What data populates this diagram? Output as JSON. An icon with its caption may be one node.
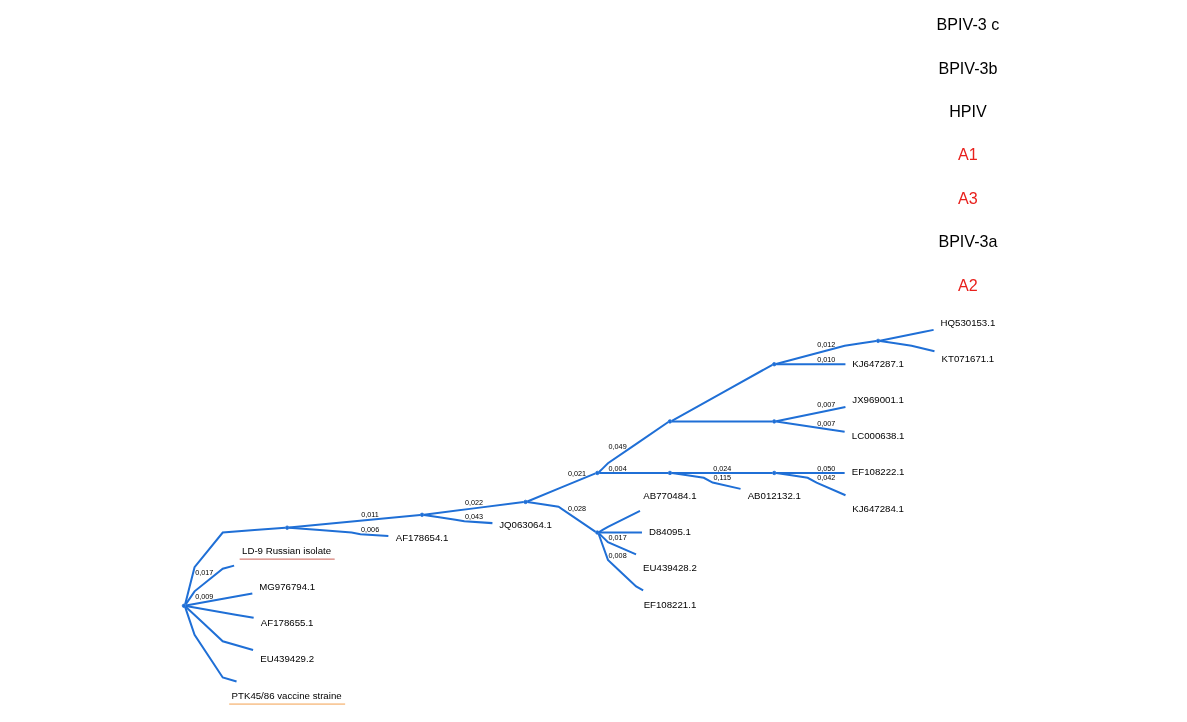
{
  "diagram": {
    "nodes": [
      {
        "text": [],
        "shape": "point"
      },
      {
        "text": [],
        "shape": "point"
      },
      {
        "text": [],
        "shape": "point"
      },
      {
        "text": [],
        "shape": "point"
      },
      {
        "text": [],
        "shape": "point"
      },
      {
        "text": [],
        "shape": "point"
      },
      {
        "text": [],
        "shape": "point"
      },
      {
        "text": [],
        "shape": "point"
      },
      {
        "text": [
          "HQ530153.1"
        ]
      },
      {
        "text": [
          "KT071671.1"
        ]
      },
      {
        "text": [
          "KJ647287.1"
        ]
      },
      {
        "text": [],
        "shape": "point"
      },
      {
        "text": [
          "JX969001.1"
        ]
      },
      {
        "text": [
          "LC000638.1"
        ]
      },
      {
        "text": [],
        "shape": "point"
      },
      {
        "text": [],
        "shape": "point"
      },
      {
        "text": [
          "EF108222.1"
        ]
      },
      {
        "text": [
          "KJ647284.1"
        ]
      },
      {
        "text": [
          "AB012132.1"
        ]
      },
      {
        "text": [],
        "shape": "point"
      },
      {
        "text": [
          "AB770484.1"
        ]
      },
      {
        "text": [
          "D84095.1"
        ]
      },
      {
        "text": [
          "EU439428.2"
        ]
      },
      {
        "text": [
          "EF108221.1"
        ]
      },
      {
        "text": [
          "JQ063064.1"
        ]
      },
      {
        "text": [
          "AF178654.1"
        ]
      },
      {
        "text": [
          "LD-9 Russian isolate"
        ]
      },
      {
        "text": [
          "MG976794.1"
        ]
      },
      {
        "text": [
          "AF178655.1"
        ]
      },
      {
        "text": [
          "EU439429.2"
        ]
      },
      {
        "text": [
          "PTK45/86 vaccine straine"
        ]
      }
    ],
    "edges": [
      {
        "from": 0,
        "to": 1,
        "arrow": "none"
      },
      {
        "from": 1,
        "to": 2,
        "arrow": "none",
        "label": "0,011"
      },
      {
        "from": 2,
        "to": 3,
        "arrow": "none",
        "label": "0,022"
      },
      {
        "from": 3,
        "to": 4,
        "arrow": "none",
        "label": "0,021"
      },
      {
        "from": 4,
        "to": 5,
        "arrow": "none",
        "label": "0,049"
      },
      {
        "from": 5,
        "to": 6,
        "arrow": "none"
      },
      {
        "from": 6,
        "to": 7,
        "arrow": "none",
        "label": "0,012"
      },
      {
        "from": 7,
        "to": 8,
        "arrow": "none"
      },
      {
        "from": 7,
        "to": 9,
        "arrow": "none"
      },
      {
        "from": 6,
        "to": 10,
        "arrow": "none",
        "label": "0,010"
      },
      {
        "from": 5,
        "to": 11,
        "arrow": "none"
      },
      {
        "from": 11,
        "to": 12,
        "arrow": "none",
        "label": "0,007"
      },
      {
        "from": 11,
        "to": 13,
        "arrow": "none",
        "label": "0,007"
      },
      {
        "from": 4,
        "to": 14,
        "arrow": "none",
        "label": "0,004"
      },
      {
        "from": 14,
        "to": 15,
        "arrow": "none",
        "label": "0,024"
      },
      {
        "from": 15,
        "to": 16,
        "arrow": "none",
        "label": "0,050"
      },
      {
        "from": 15,
        "to": 17,
        "arrow": "none",
        "label": "0,042"
      },
      {
        "from": 14,
        "to": 18,
        "arrow": "none",
        "label": "0,115"
      },
      {
        "from": 3,
        "to": 19,
        "arrow": "none",
        "label": "0,028"
      },
      {
        "from": 19,
        "to": 20,
        "arrow": "none"
      },
      {
        "from": 19,
        "to": 21,
        "arrow": "none"
      },
      {
        "from": 19,
        "to": 22,
        "arrow": "none",
        "label": "0,017"
      },
      {
        "from": 19,
        "to": 23,
        "arrow": "none",
        "label": "0,008"
      },
      {
        "from": 2,
        "to": 24,
        "arrow": "none",
        "label": "0,043"
      },
      {
        "from": 1,
        "to": 25,
        "arrow": "none",
        "label": "0,006"
      },
      {
        "from": 0,
        "to": 26,
        "arrow": "none",
        "label": "0,017"
      },
      {
        "from": 0,
        "to": 27,
        "arrow": "none",
        "label": "0,009"
      },
      {
        "from": 0,
        "to": 28,
        "arrow": "none"
      },
      {
        "from": 0,
        "to": 29,
        "arrow": "none"
      },
      {
        "from": 0,
        "to": 30,
        "arrow": "none"
      }
    ],
    "labels": [
      "BPIV-3 c",
      "BPIV-3b",
      "HPIV",
      "A1",
      "A3",
      "BPIV-3a",
      "A2"
    ]
  }
}
